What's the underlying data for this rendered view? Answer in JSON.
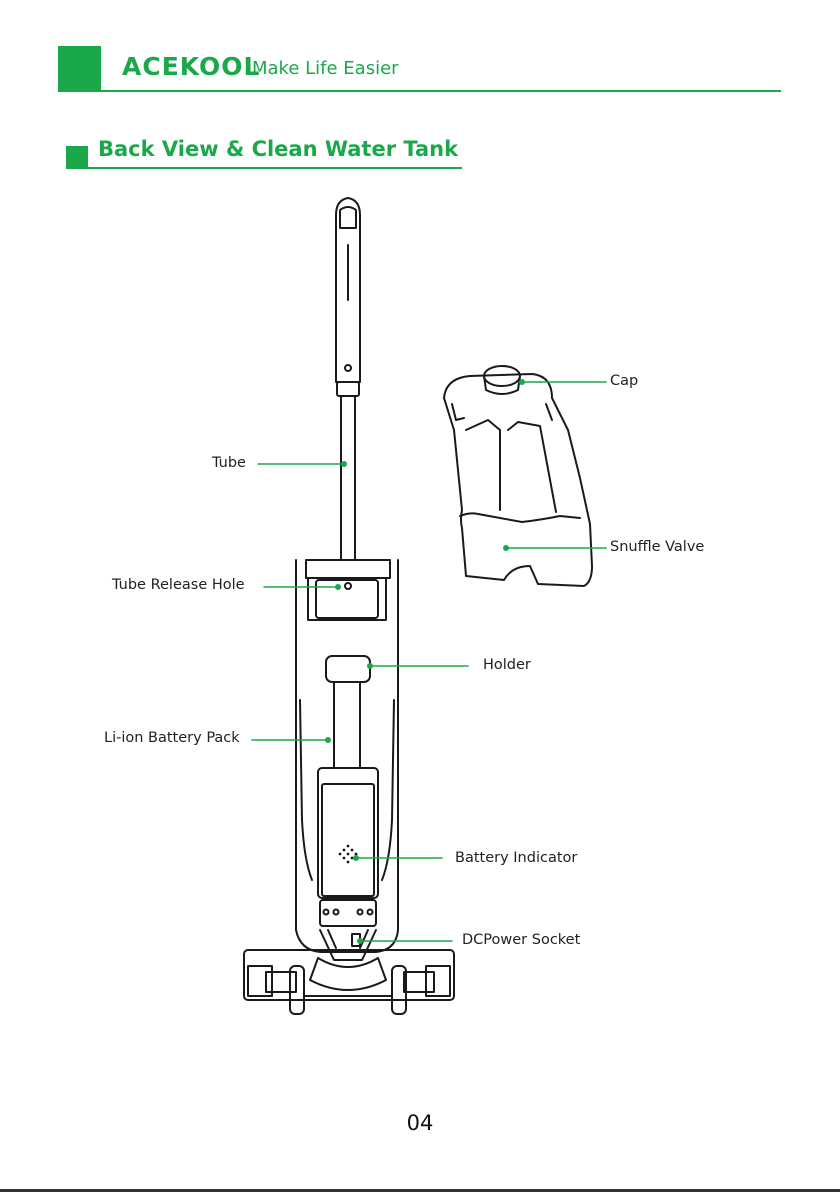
{
  "header": {
    "brand": "ACEKOOL",
    "tagline": "Make Life Easier"
  },
  "section": {
    "title": "Back View & Clean Water Tank"
  },
  "labels": {
    "cap": "Cap",
    "tube": "Tube",
    "snuffle_valve": "Snuffle Valve",
    "tube_release_hole": "Tube Release Hole",
    "holder": "Holder",
    "battery_pack": "Li-ion Battery Pack",
    "battery_indicator": "Battery Indicator",
    "dc_power_socket": "DCPower Socket"
  },
  "page_number": "04",
  "colors": {
    "accent": "#1ba84a",
    "line_art": "#1a1a1a",
    "body_text": "#222222"
  }
}
